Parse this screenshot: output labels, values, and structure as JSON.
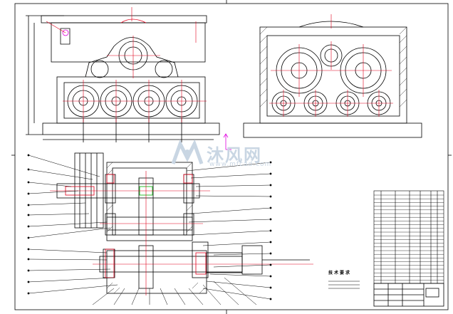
{
  "watermark": {
    "brand": "沐风网",
    "url": "www.mfcad.com"
  },
  "note": {
    "label": "技术要求"
  },
  "colors": {
    "line": "#000000",
    "center": "#e0001b",
    "dim": "#b30000",
    "magenta": "#e000e0",
    "watermark": "#c9d6e3"
  }
}
